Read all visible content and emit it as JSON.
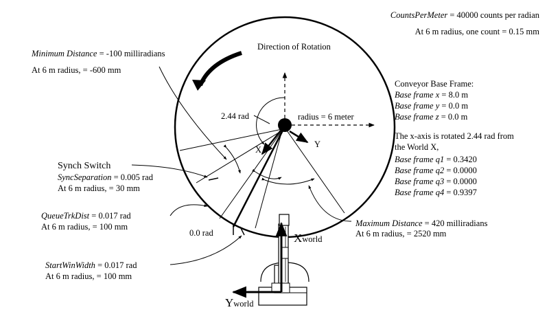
{
  "counts_per_meter": {
    "name": "CountsPerMeter",
    "value": "= 40000 counts per radian",
    "note": "At 6 m radius, one count = 0.15 mm"
  },
  "rotation_label": "Direction of Rotation",
  "minimum_distance": {
    "name": "Minimum Distance",
    "value": "= -100 milliradians",
    "note": "At 6 m radius, = -600 mm"
  },
  "base_frame": {
    "title": "Conveyor Base Frame:",
    "x": {
      "name": "Base frame x",
      "value": "= 8.0 m"
    },
    "y": {
      "name": "Base frame y",
      "value": "= 0.0 m"
    },
    "z": {
      "name": "Base frame z",
      "value": "= 0.0 m"
    }
  },
  "rotation_note": {
    "line1": "The x-axis is rotated 2.44 rad from",
    "line2": "the World X,"
  },
  "quaternion": {
    "q1": {
      "name": "Base frame q1",
      "value": "= 0.3420"
    },
    "q2": {
      "name": "Base frame q2",
      "value": "= 0.0000"
    },
    "q3": {
      "name": "Base frame q3",
      "value": "= 0.0000"
    },
    "q4": {
      "name": "Base frame q4",
      "value": "= 0.9397"
    }
  },
  "angle_label": "2.44 rad",
  "radius_label": "radius = 6 meter",
  "axis_x": "X",
  "axis_y": "Y",
  "sync_switch": {
    "title": "Synch Switch",
    "name": "SyncSeparation",
    "value": "= 0.005 rad",
    "note": "At 6 m radius, = 30 mm"
  },
  "queue_trk_dist": {
    "name": "QueueTrkDist",
    "value": "= 0.017 rad",
    "note": "At 6 m radius, = 100 mm"
  },
  "zero_rad": "0.0 rad",
  "maximum_distance": {
    "name": "Maximum Distance",
    "value": "= 420 milliradians",
    "note": "At 6 m radius, = 2520 mm"
  },
  "start_win_width": {
    "name": "StartWinWidth",
    "value": "= 0.017 rad",
    "note": "At 6 m radius, = 100 mm"
  },
  "x_world": {
    "main": "X",
    "sub": "world"
  },
  "y_world": {
    "main": "Y",
    "sub": "world"
  }
}
